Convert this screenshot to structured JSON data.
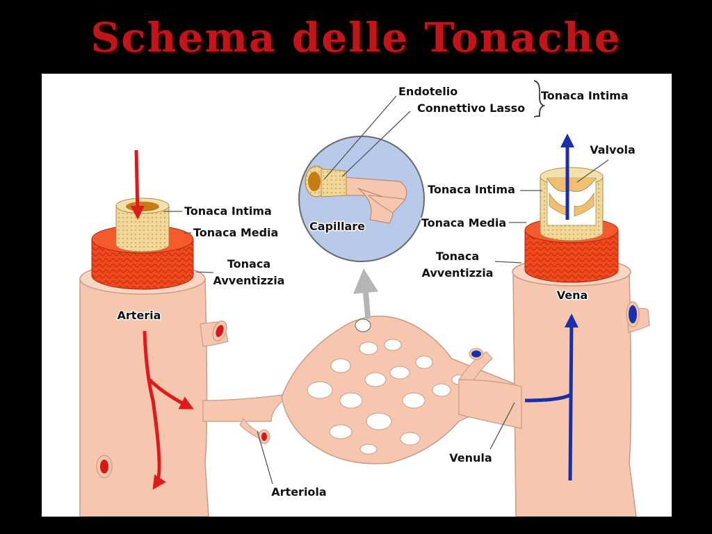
{
  "slide": {
    "title": "Schema delle Tonache"
  },
  "labels": {
    "artery_intima": "Tonaca Intima",
    "artery_media": "Tonaca Media",
    "artery_adventitia_1": "Tonaca",
    "artery_adventitia_2": "Avventizzia",
    "arteria": "Arteria",
    "arteriola": "Arteriola",
    "capillare": "Capillare",
    "endotelio": "Endotelio",
    "connettivo": "Connettivo Lasso",
    "intima_group": "Tonaca Intima",
    "valvola": "Valvola",
    "vein_intima": "Tonaca Intima",
    "vein_media": "Tonaca Media",
    "vein_adventitia_1": "Tonaca",
    "vein_adventitia_2": "Avventizzia",
    "vena": "Vena",
    "venula": "Venula"
  },
  "colors": {
    "background": "#000000",
    "title": "#c0151a",
    "tissue": "#f6c6ae",
    "media": "#f04a1e",
    "intima": "#f0d89a",
    "artery_flow": "#e01a1a",
    "vein_flow": "#1a2fa8",
    "capillary_circle": "#b9c9ea"
  }
}
